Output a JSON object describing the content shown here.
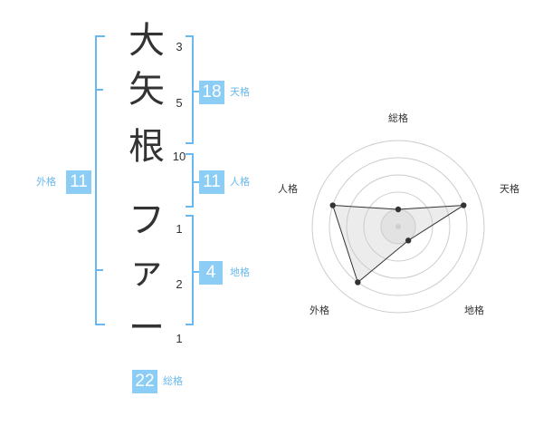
{
  "name": {
    "chars": [
      {
        "char": "大",
        "strokes": "3"
      },
      {
        "char": "矢",
        "strokes": "5"
      },
      {
        "char": "根",
        "strokes": "10"
      },
      {
        "char": "フ",
        "strokes": "1"
      },
      {
        "char": "ァ",
        "strokes": "2"
      },
      {
        "char": "ー",
        "strokes": "1"
      }
    ]
  },
  "fortune": {
    "tenkaku": {
      "value": "18",
      "label": "天格"
    },
    "jinkaku": {
      "value": "11",
      "label": "人格"
    },
    "chikaku": {
      "value": "4",
      "label": "地格"
    },
    "gaikaku": {
      "value": "11",
      "label": "外格"
    },
    "soukaku": {
      "value": "22",
      "label": "総格"
    }
  },
  "radar": {
    "axes": [
      "総格",
      "天格",
      "地格",
      "外格",
      "人格"
    ],
    "levels": 5,
    "values": [
      1,
      4,
      1,
      4,
      4
    ],
    "colors": {
      "grid": "#cccccc",
      "fill": "#e8e8e8",
      "line": "#333333",
      "center": "#cfcfcf"
    }
  },
  "colors": {
    "bracket": "#69b9ee",
    "badge": "#8ccdf5"
  }
}
